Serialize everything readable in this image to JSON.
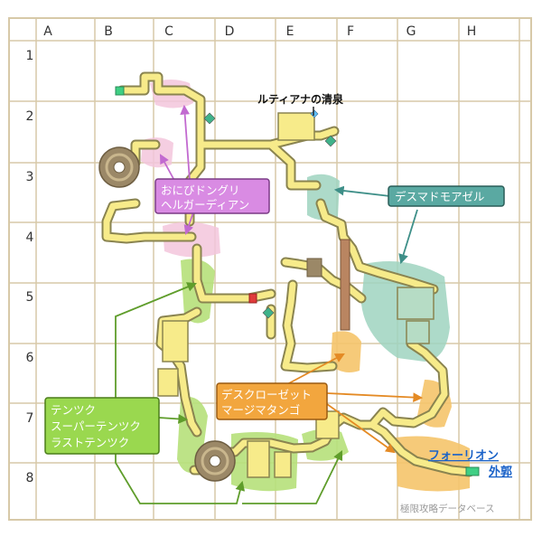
{
  "grid": {
    "columns": [
      "A",
      "B",
      "C",
      "D",
      "E",
      "F",
      "G",
      "H"
    ],
    "rows": [
      "1",
      "2",
      "3",
      "4",
      "5",
      "6",
      "7",
      "8"
    ]
  },
  "labels": {
    "spring": "ルティアナの清泉",
    "foreline_line1": "フォーリオン",
    "foreline_line2": "外郭",
    "watermark": "極限攻略データベース"
  },
  "callouts": {
    "purple": [
      "おにびドングリ",
      "ヘルガーディアン"
    ],
    "teal": [
      "デスマドモアゼル"
    ],
    "orange": [
      "デスクローゼット",
      "マージマタンゴ"
    ],
    "green": [
      "テンツク",
      "スーパーテンツク",
      "ラストテンツク"
    ]
  },
  "colors": {
    "grid_line": "#d7c9a8",
    "path_yellow": "#f7eb8a",
    "path_outline": "#8a8450",
    "zone_pink": "#f3c6dc",
    "zone_teal": "#9fd4bf",
    "zone_orange": "#f5c46a",
    "zone_green": "#b6e07a",
    "purple_box": "#d98be3",
    "teal_box": "#5aa9a2",
    "orange_box": "#f2a63e",
    "green_box": "#9ad84f",
    "link_blue": "#1a62c8",
    "wheel_brown": "#9b8867"
  }
}
